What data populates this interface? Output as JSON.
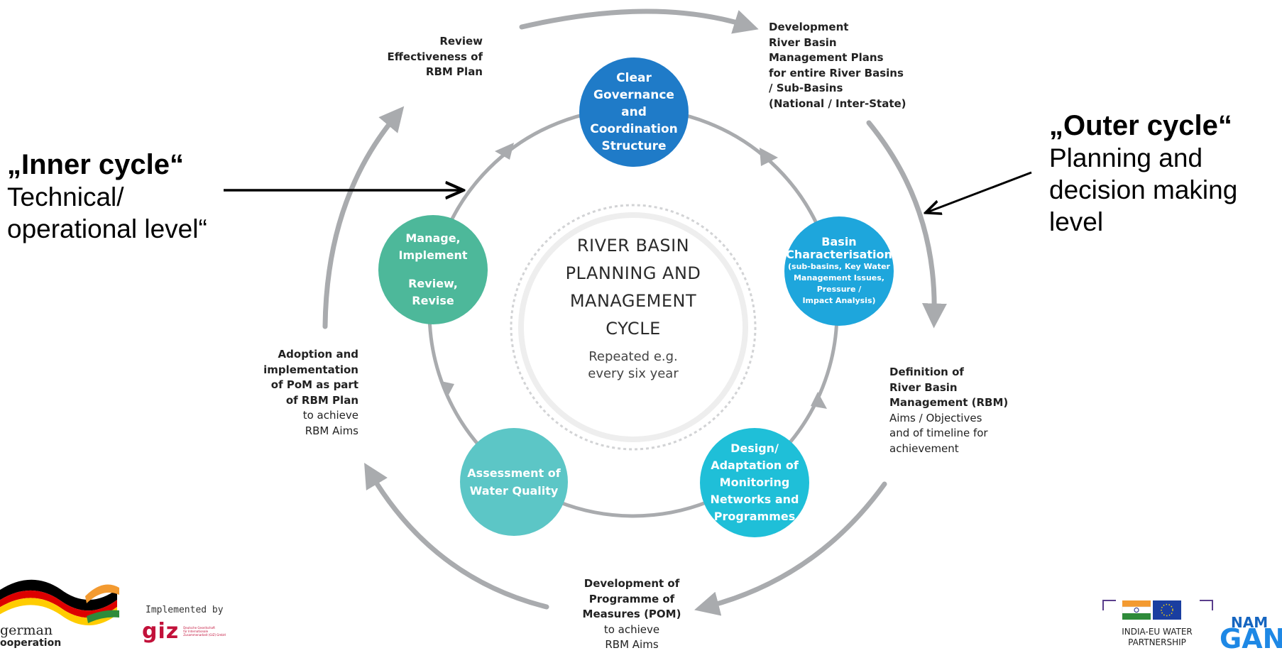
{
  "center": {
    "title_lines": [
      "RIVER BASIN",
      "PLANNING AND",
      "MANAGEMENT",
      "CYCLE"
    ],
    "subtitle_lines": [
      "Repeated e.g.",
      "every six year"
    ]
  },
  "inner_nodes": {
    "governance": [
      "Clear",
      "Governance",
      "and",
      "Coordination",
      "Structure"
    ],
    "basin": {
      "title": [
        "Basin",
        "Characterisation"
      ],
      "detail": [
        "(sub-basins, Key Water",
        "Management Issues,",
        "Pressure /",
        "Impact Analysis)"
      ]
    },
    "monitoring": [
      "Design/",
      "Adaptation of",
      "Monitoring",
      "Networks and",
      "Programmes"
    ],
    "water_quality": [
      "Assessment of",
      "Water Quality"
    ],
    "manage": {
      "top": [
        "Manage,",
        "Implement"
      ],
      "bottom": [
        "Review,",
        "Revise"
      ]
    }
  },
  "outer_steps": {
    "review": [
      "Review",
      "Effectiveness of",
      "RBM Plan"
    ],
    "development_plans": [
      "Development",
      "River Basin",
      "Management Plans",
      "for entire River Basins",
      "/ Sub-Basins",
      "(National / Inter-State)"
    ],
    "definition": {
      "bold": [
        "Definition of",
        "River Basin",
        "Management (RBM)"
      ],
      "regular": [
        "Aims / Objectives",
        "and of timeline for",
        "achievement"
      ]
    },
    "pom": {
      "bold": [
        "Development of",
        "Programme of",
        "Measures (POM)"
      ],
      "regular": [
        "to achieve",
        "RBM Aims"
      ]
    },
    "adoption": {
      "bold": [
        "Adoption and",
        "implementation",
        "of PoM as part",
        "of RBM Plan"
      ],
      "regular": [
        "to achieve",
        "RBM Aims"
      ]
    }
  },
  "annotations": {
    "inner": {
      "title": "„Inner cycle“",
      "body": [
        "Technical/",
        "operational level“"
      ]
    },
    "outer": {
      "title": "„Outer cycle“",
      "body": [
        "Planning and",
        "decision making",
        "level"
      ]
    }
  },
  "logos": {
    "german": [
      "german",
      "ooperation"
    ],
    "implemented_by": "Implemented by",
    "giz": "giz",
    "giz_small": [
      "Deutsche Gesellschaft",
      "für Internationale",
      "Zusammenarbeit (GIZ) GmbH"
    ],
    "india_eu": [
      "INDIA-EU WATER",
      "PARTNERSHIP"
    ],
    "namami": [
      "NAM",
      "GAN"
    ]
  },
  "colors": {
    "governance": "#1f7bc8",
    "basin": "#1ea6dc",
    "monitoring": "#1fbfd8",
    "water_quality": "#5cc6c6",
    "manage": "#4db89a",
    "cycle_gray": "#a9abae"
  }
}
